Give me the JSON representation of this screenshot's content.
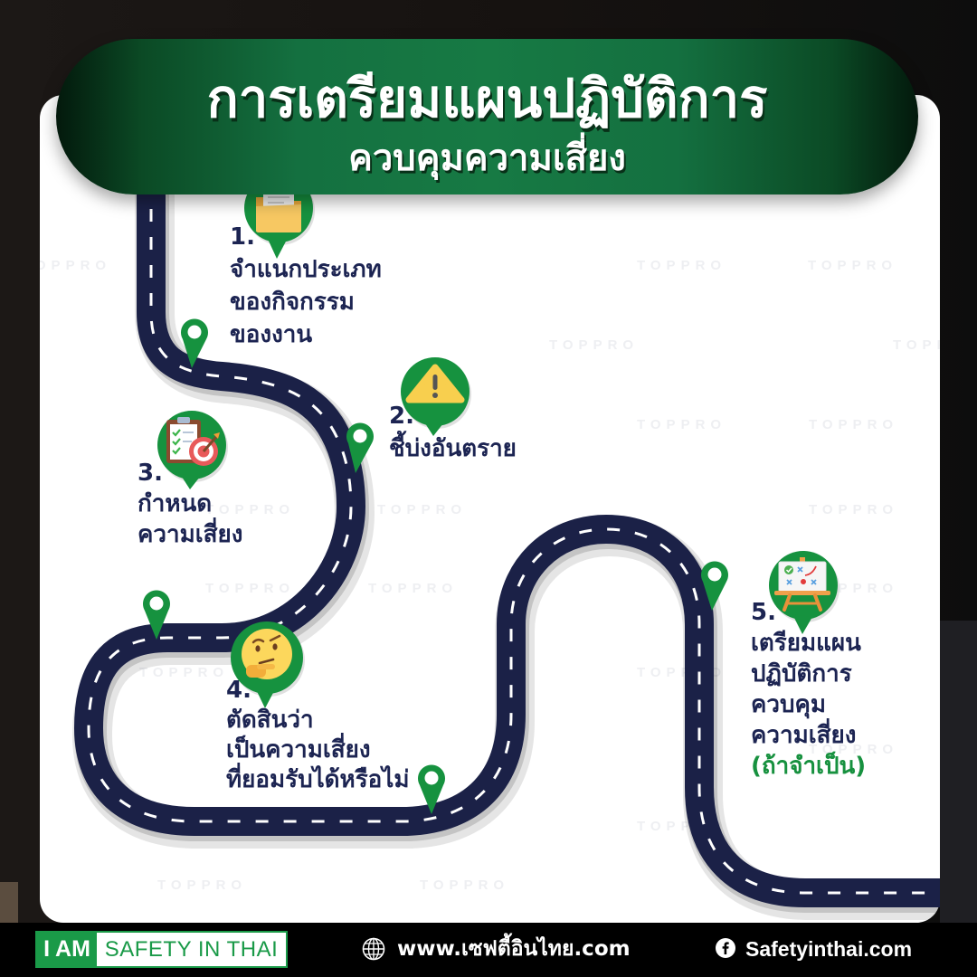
{
  "title": {
    "line1": "การเตรียมแผนปฏิบัติการ",
    "line2": "ควบคุมความเสี่ยง"
  },
  "steps": [
    {
      "number": "1.",
      "lines": [
        "จำแนกประเภท",
        "ของกิจกรรม",
        "ของงาน"
      ],
      "icon": "folder-icon"
    },
    {
      "number": "2.",
      "lines": [
        "ชี้บ่งอันตราย"
      ],
      "icon": "warning-icon"
    },
    {
      "number": "3.",
      "lines": [
        "กำหนด",
        "ความเสี่ยง"
      ],
      "icon": "clipboard-target-icon"
    },
    {
      "number": "4.",
      "lines": [
        "ตัดสินว่า",
        "เป็นความเสี่ยง",
        "ที่ยอมรับได้หรือไม่"
      ],
      "icon": "thinking-face-icon"
    },
    {
      "number": "5.",
      "lines": [
        "เตรียมแผน",
        "ปฏิบัติการ",
        "ควบคุม",
        "ความเสี่ยง"
      ],
      "note": "(ถ้าจำเป็น)",
      "icon": "strategy-easel-icon"
    }
  ],
  "watermark": {
    "text": "TOPPRO"
  },
  "footer": {
    "brand_prefix": "I AM",
    "brand_suffix": "SAFETY IN THAI",
    "website_icon": "globe-icon",
    "website": "www.เซฟตี้อินไทย.com",
    "facebook_icon": "facebook-icon",
    "facebook": "Safetyinthai.com"
  },
  "colors": {
    "banner_green": "#177a44",
    "pin_green": "#16923f",
    "road_navy": "#1b2147",
    "text_navy": "#1c2452",
    "note_green": "#17913f",
    "brand_green": "#1a9a48"
  }
}
